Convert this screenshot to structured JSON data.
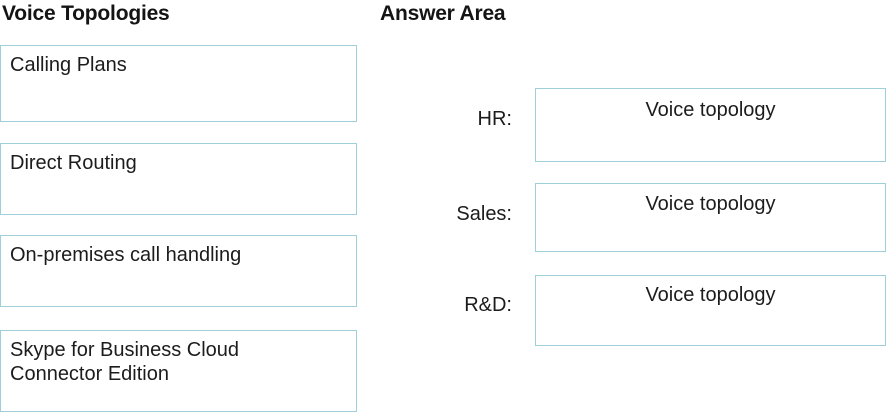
{
  "colors": {
    "box_border": "#9fcfd8",
    "text": "#1c1c1c",
    "heading": "#141414",
    "background": "#ffffff"
  },
  "left_panel": {
    "heading": "Voice Topologies",
    "options": [
      {
        "label": "Calling Plans"
      },
      {
        "label": "Direct Routing"
      },
      {
        "label": "On-premises call handling"
      },
      {
        "label": "Skype for Business Cloud\nConnector Edition"
      }
    ]
  },
  "answer_area": {
    "heading": "Answer Area",
    "rows": [
      {
        "label": "HR:",
        "value": "Voice topology"
      },
      {
        "label": "Sales:",
        "value": "Voice topology"
      },
      {
        "label": "R&D:",
        "value": "Voice topology"
      }
    ]
  }
}
